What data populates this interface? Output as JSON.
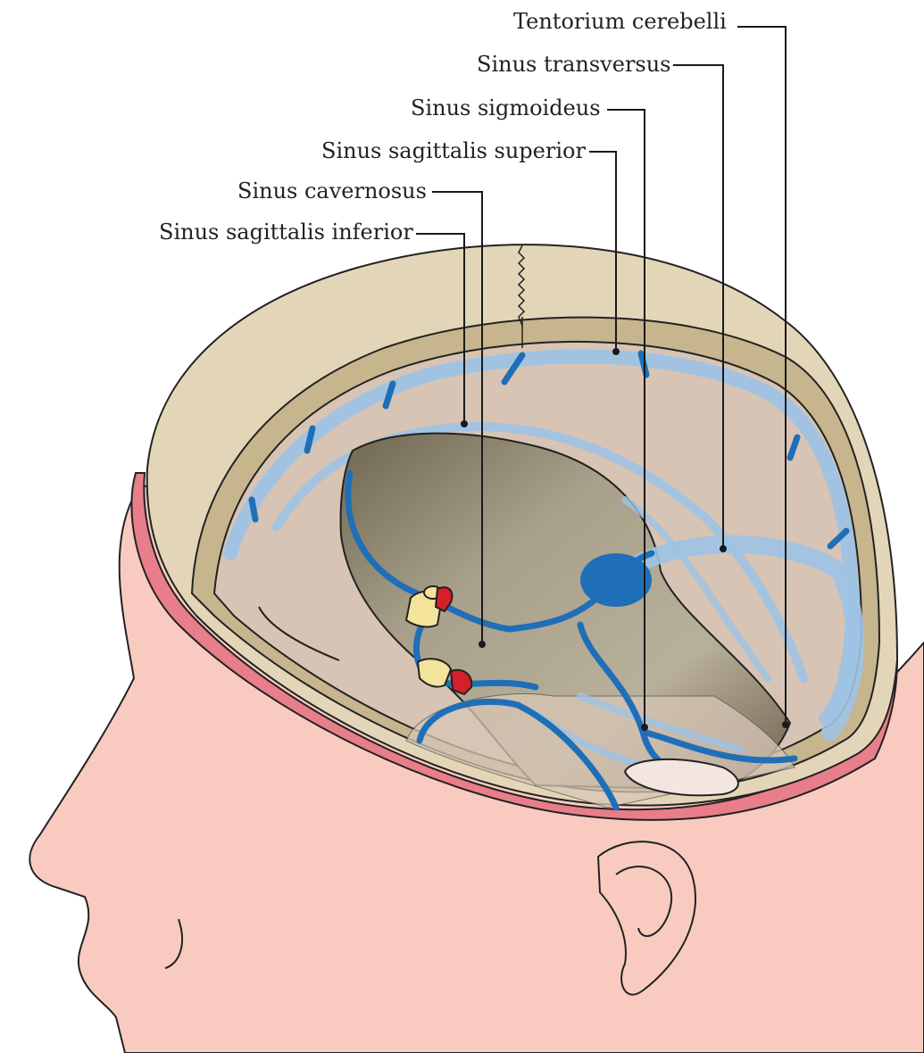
{
  "labels": [
    {
      "id": "tentorium",
      "text": "Tentorium cerebelli"
    },
    {
      "id": "transversus",
      "text": "Sinus transversus"
    },
    {
      "id": "sigmoideus",
      "text": "Sinus sigmoideus"
    },
    {
      "id": "sag-sup",
      "text": "Sinus sagittalis superior"
    },
    {
      "id": "cavernosus",
      "text": "Sinus cavernosus"
    },
    {
      "id": "sag-inf",
      "text": "Sinus sagittalis inferior"
    }
  ],
  "colors": {
    "skin": "#f9cbc0",
    "scalp": "#e87e8a",
    "skull_outer": "#e3d6b8",
    "skull_inner": "#c6b58d",
    "dura": "#d7c4b4",
    "falx_dark": "#8f836c",
    "sinus_light": "#9ec3e4",
    "sinus_dark": "#1f6fb8",
    "artery": "#d4202a",
    "nerve": "#f4e39a",
    "outline": "#222222"
  }
}
